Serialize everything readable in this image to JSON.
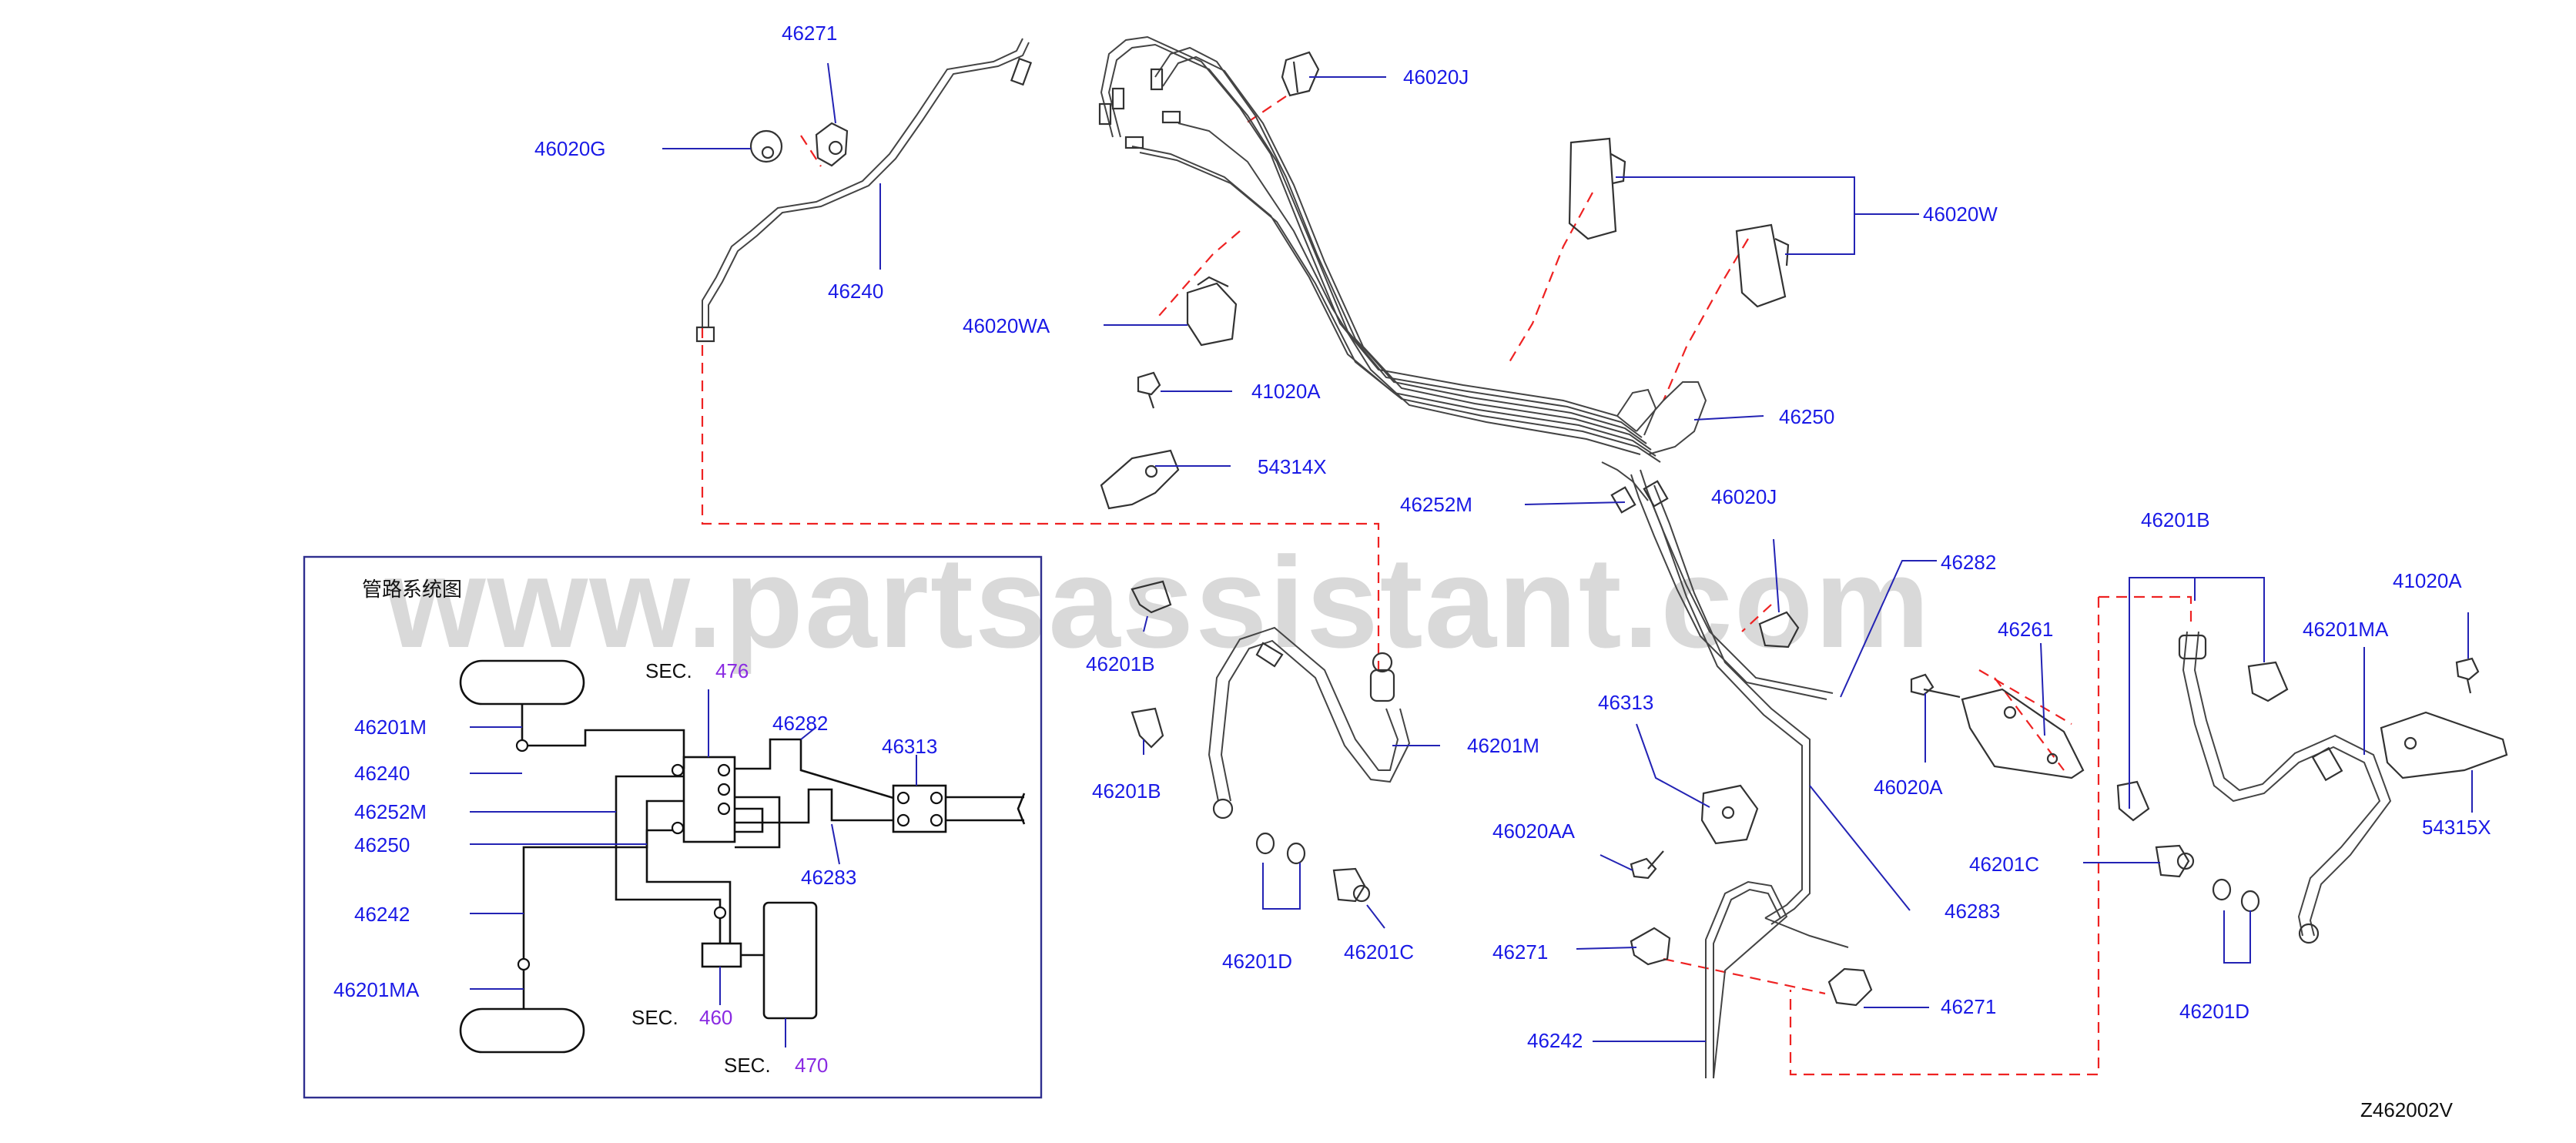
{
  "watermark": "www.partsassistant.com",
  "diagram_code": "Z462002V",
  "inset": {
    "title": "管路系统图",
    "sec_prefix": "SEC.",
    "sec_476": "476",
    "sec_460": "460",
    "sec_470": "470",
    "labels": {
      "l46201M": "46201M",
      "l46240": "46240",
      "l46252M": "46252M",
      "l46250": "46250",
      "l46242": "46242",
      "l46201MA": "46201MA",
      "l46282": "46282",
      "l46313": "46313",
      "l46283": "46283"
    }
  },
  "callouts": {
    "p46271_top": "46271",
    "p46020G": "46020G",
    "p46240": "46240",
    "p46020J_top": "46020J",
    "p46020W": "46020W",
    "p46020WA": "46020WA",
    "p41020A_mid": "41020A",
    "p54314X": "54314X",
    "p46250": "46250",
    "p46252M": "46252M",
    "p46020J_mid": "46020J",
    "p46282": "46282",
    "p46261": "46261",
    "p46201B_r": "46201B",
    "p41020A_r": "41020A",
    "p46201MA": "46201MA",
    "p54315X": "54315X",
    "p46201B_l1": "46201B",
    "p46201B_l2": "46201B",
    "p46201M": "46201M",
    "p46201D_l": "46201D",
    "p46201C_l": "46201C",
    "p46313": "46313",
    "p46020A": "46020A",
    "p46020AA": "46020AA",
    "p46283": "46283",
    "p46201C_r": "46201C",
    "p46271_mid": "46271",
    "p46271_low": "46271",
    "p46242": "46242",
    "p46201D_r": "46201D"
  }
}
